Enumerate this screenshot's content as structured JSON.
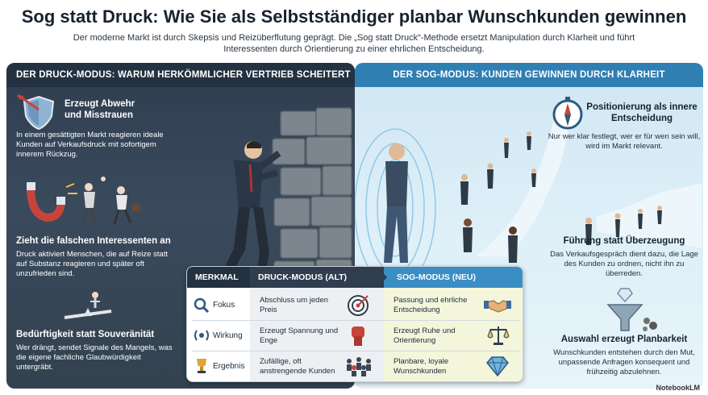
{
  "header": {
    "title": "Sog statt Druck: Wie Sie als Selbstständiger planbar Wunschkunden gewinnen",
    "subtitle": "Der moderne Markt ist durch Skepsis und Reizüberflutung geprägt. Die „Sog statt Druck“-Methode ersetzt Manipulation durch Klarheit und führt Interessenten durch Orientierung zu einer ehrlichen Entscheidung."
  },
  "left_panel": {
    "heading": "DER DRUCK-MODUS: WARUM HERKÖMMLICHER VERTRIEB SCHEITERT",
    "items": [
      {
        "title": "Erzeugt Abwehr und Misstrauen",
        "text": "In einem gesättigten Markt reagieren ideale Kunden auf Verkaufsdruck mit sofortigem innerem Rückzug.",
        "icon": "shield-arrow-icon"
      },
      {
        "title": "Zieht die falschen Interessenten an",
        "text": "Druck aktiviert Menschen, die auf Reize statt auf Substanz reagieren und später oft unzufrieden sind.",
        "icon": "magnet-icon"
      },
      {
        "title": "Bedürftigkeit statt Souveränität",
        "text": "Wer drängt, sendet Signale des Mangels, was die eigene fachliche Glaubwürdigkeit untergräbt.",
        "icon": "seesaw-icon"
      }
    ]
  },
  "right_panel": {
    "heading": "DER SOG-MODUS: KUNDEN GEWINNEN DURCH KLARHEIT",
    "items": [
      {
        "title": "Positionierung als innere Entscheidung",
        "text": "Nur wer klar festlegt, wer er für wen sein will, wird im Markt relevant.",
        "icon": "compass-icon"
      },
      {
        "title": "Führung statt Überzeugung",
        "text": "Das Verkaufsgespräch dient dazu, die Lage des Kunden zu ordnen, nicht ihn zu überreden.",
        "icon": "people-icon"
      },
      {
        "title": "Auswahl erzeugt Planbarkeit",
        "text": "Wunschkunden entstehen durch den Mut, unpassende Anfragen konsequent und frühzeitig abzulehnen.",
        "icon": "funnel-diamond-icon"
      }
    ]
  },
  "table": {
    "headers": [
      "MERKMAL",
      "DRUCK-MODUS (ALT)",
      "SOG-MODUS (NEU)"
    ],
    "rows": [
      {
        "label": "Fokus",
        "icon": "magnifier-icon",
        "old": "Abschluss um jeden Preis",
        "old_icon": "target-icon",
        "new": "Passung und ehrliche Entscheidung",
        "new_icon": "handshake-icon"
      },
      {
        "label": "Wirkung",
        "icon": "signal-icon",
        "old": "Erzeugt Spannung und Enge",
        "old_icon": "fist-icon",
        "new": "Erzeugt Ruhe und Orientierung",
        "new_icon": "scales-icon"
      },
      {
        "label": "Ergebnis",
        "icon": "trophy-icon",
        "old": "Zufällige, oft anstrengende Kunden",
        "old_icon": "crowd-icon",
        "new": "Planbare, loyale Wunschkunden",
        "new_icon": "gem-icon"
      }
    ]
  },
  "credit": "NotebookLM",
  "colors": {
    "dark_panel": "#2f3d4f",
    "light_panel": "#cfe6f2",
    "accent_blue": "#2f7fb3"
  }
}
